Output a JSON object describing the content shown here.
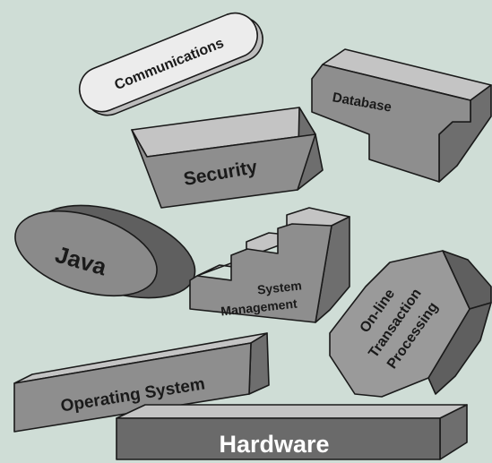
{
  "blocks": {
    "communications": "Communications",
    "database": "Database",
    "security": "Security",
    "java": "Java",
    "system_management_line1": "System",
    "system_management_line2": "Management",
    "oltp_line1": "On-line",
    "oltp_line2": "Transaction",
    "oltp_line3": "Processing",
    "operating_system": "Operating System",
    "hardware": "Hardware"
  }
}
